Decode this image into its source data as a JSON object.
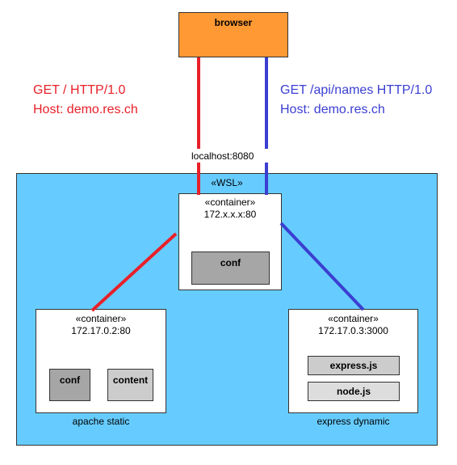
{
  "browser": {
    "label": "browser"
  },
  "request_left": {
    "line1": "GET / HTTP/1.0",
    "line2": "Host: demo.res.ch",
    "color": "#e8202a"
  },
  "request_right": {
    "line1": "GET /api/names HTTP/1.0",
    "line2": "Host: demo.res.ch",
    "color": "#3b3fd1"
  },
  "port_label": "localhost:8080",
  "wsl": {
    "label": "«WSL»",
    "color": "#66ccff"
  },
  "proxy": {
    "stereotype": "«container»",
    "address": "172.x.x.x:80",
    "module": "conf"
  },
  "static_server": {
    "stereotype": "«container»",
    "address": "172.17.0.2:80",
    "modules": [
      "conf",
      "content"
    ],
    "caption": "apache static"
  },
  "dynamic_server": {
    "stereotype": "«container»",
    "address": "172.17.0.3:3000",
    "modules": [
      "express.js",
      "node.js"
    ],
    "caption": "express dynamic"
  }
}
